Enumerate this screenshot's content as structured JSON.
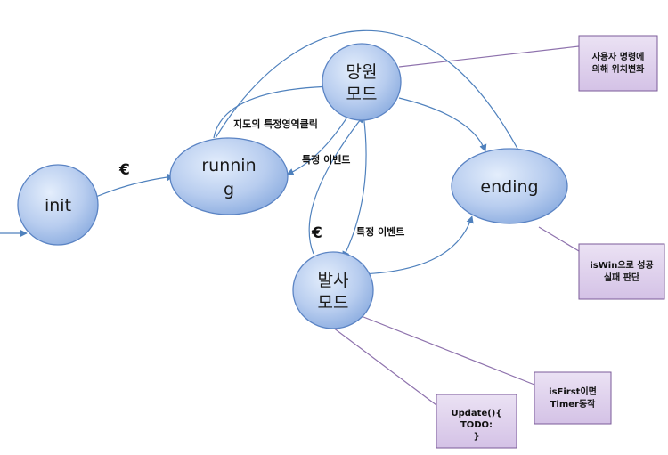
{
  "states": {
    "init": "init",
    "running_line1": "runnin",
    "running_line2": "g",
    "mangwon_line1": "망원",
    "mangwon_line2": "모드",
    "balsa_line1": "발사",
    "balsa_line2": "모드",
    "ending": "ending"
  },
  "transitions": {
    "epsilon_1": "€",
    "epsilon_2": "€",
    "map_region_click": "지도의 특정영역클릭",
    "specific_event_1": "특정 이벤트",
    "specific_event_2": "특정 이벤트"
  },
  "notes": {
    "mangwon_note_line1": "사용자 명령에",
    "mangwon_note_line2": "의해 위치변화",
    "ending_note_line1": "isWin으로 성공",
    "ending_note_line2": "실패 판단",
    "timer_note_line1": "isFirst이면",
    "timer_note_line2": "Timer동작",
    "update_note_line1": "Update(){",
    "update_note_line2": "TODO:",
    "update_note_line3": "}"
  },
  "colors": {
    "node_fill_light": "#dce8fa",
    "node_fill_dark": "#7fa4dc",
    "node_stroke": "#5b84c4",
    "edge": "#4f81bd",
    "note_fill": "#e2d5ee",
    "note_stroke": "#7b5b9a"
  }
}
